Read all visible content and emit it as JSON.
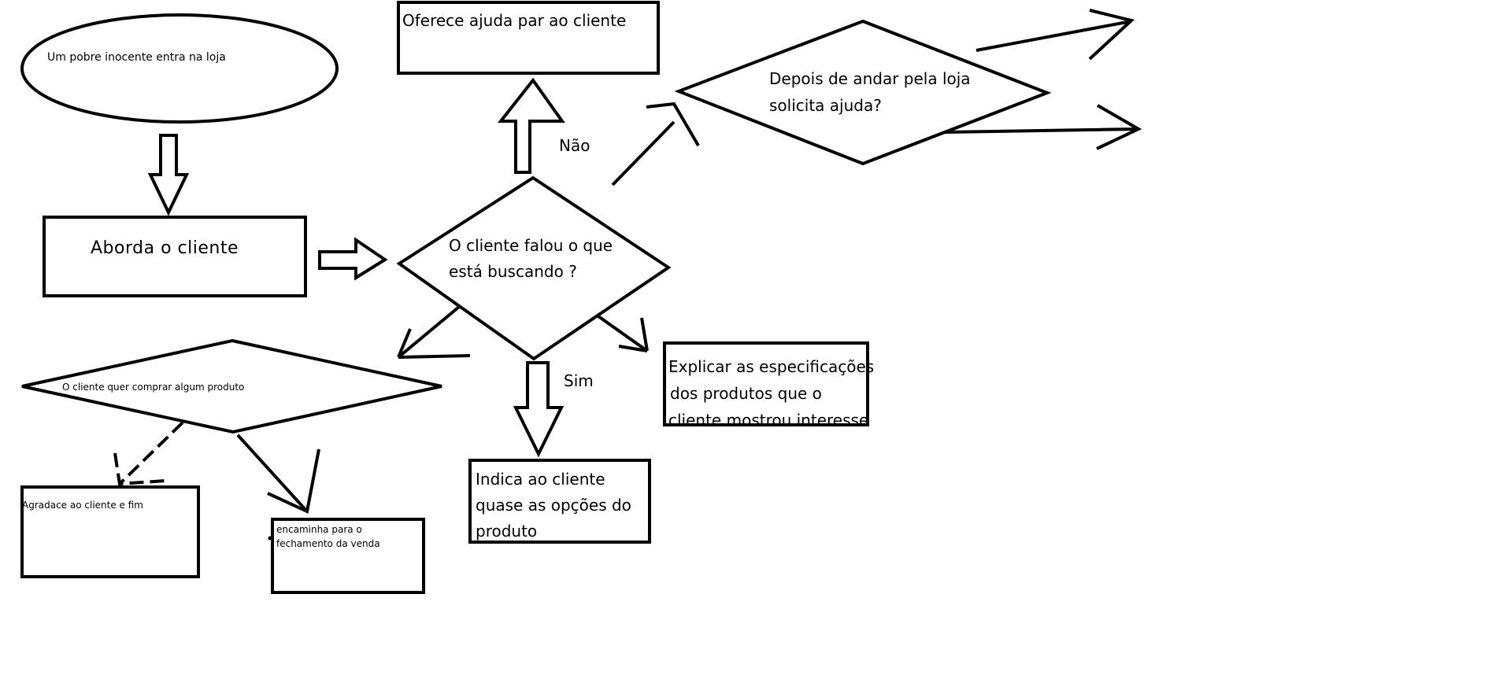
{
  "diagram": {
    "nodes": {
      "start": {
        "text": "Um pobre inocente entra na loja"
      },
      "approach": {
        "text": "Aborda o cliente"
      },
      "decision_said": {
        "lines": [
          "O cliente falou o que",
          "está buscando ?"
        ]
      },
      "offer_help": {
        "text": "Oferece ajuda par ao cliente"
      },
      "decision_help": {
        "lines": [
          "Depois de andar pela loja",
          "solicita ajuda?"
        ]
      },
      "decision_buy": {
        "text": "O cliente quer comprar algum produto"
      },
      "explain": {
        "lines": [
          "Explicar as especificações",
          "dos produtos que o",
          "cliente mostrou interesse"
        ]
      },
      "indicate": {
        "lines": [
          "Indica ao cliente",
          "quase as opções do",
          "produto"
        ]
      },
      "thank": {
        "text": "Agradace ao cliente e fim"
      },
      "closing": {
        "lines": [
          "encaminha para o",
          "fechamento da venda"
        ]
      }
    },
    "edge_labels": {
      "no": "Não",
      "yes": "Sim"
    }
  },
  "colors": {
    "stroke": "#000000",
    "background": "#ffffff",
    "text": "#000000"
  }
}
